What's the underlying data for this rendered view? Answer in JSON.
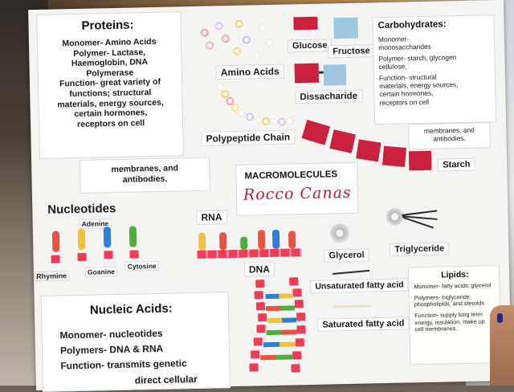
{
  "proteins": {
    "heading": "Proteins:",
    "lines": [
      "Monomer- Amino Acids",
      "Polymer- Lactase,",
      "Haemoglobin, DNA",
      "Polymerase",
      "Function- great variety of",
      "functions; structural",
      "materials, energy sources,",
      "certain hormones,",
      "receptors on cell"
    ],
    "continued": [
      "membranes, and",
      "antibodies."
    ]
  },
  "amino_acids_label": "Amino Acids",
  "polypeptide_label": "Polypeptide Chain",
  "glucose_label": "Glucose",
  "fructose_label": "Fructose",
  "disaccharide_label": "Dissacharide",
  "starch_label": "Starch",
  "carbohydrates": {
    "heading": "Carbohydrates:",
    "lines": [
      "Monomer-",
      "monosaccharides",
      "Polymer- starch, glycogen",
      "cellulose,",
      "Function- structural",
      "materials, energy sources,",
      "certain hormones,",
      "receptors on cell"
    ],
    "continued": [
      "membranes, and",
      "antibodies."
    ]
  },
  "macromolecules_title": "MACROMOLECULES",
  "author_name": "Rocco Canas",
  "nucleotides": {
    "heading": "Nucleotides",
    "adenine": "Adenine",
    "rhymine": "Rhymine",
    "goanine": "Goanine",
    "cytosine": "Cytosine"
  },
  "rna_label": "RNA",
  "dna_label": "DNA",
  "glycerol_label": "Glycerol",
  "triglyceride_label": "Triglyceride",
  "unsaturated_label": "Unsaturated fatty acid",
  "saturated_label": "Saturated fatty acid",
  "lipids": {
    "heading": "Lipids:",
    "lines": [
      "Monomer- fatty acids; glycerol",
      "Polymers- triglyceride,",
      "phospholipids, and steroids",
      "Function- supply long term",
      "energy, insulation, make up",
      "cell membranes."
    ]
  },
  "nucleic_acids": {
    "heading": "Nucleic Acids:",
    "lines": [
      "Monomer- nucleotides",
      "Polymers- DNA & RNA",
      "Function- transmits genetic",
      "direct cellular"
    ]
  },
  "colors": {
    "poster": "#f4f4f2",
    "sugar_red": "#c9213d",
    "fructose_blue": "#9ec7e0",
    "candy_pink": "#ef3d58",
    "name_ink": "#b0213a"
  }
}
